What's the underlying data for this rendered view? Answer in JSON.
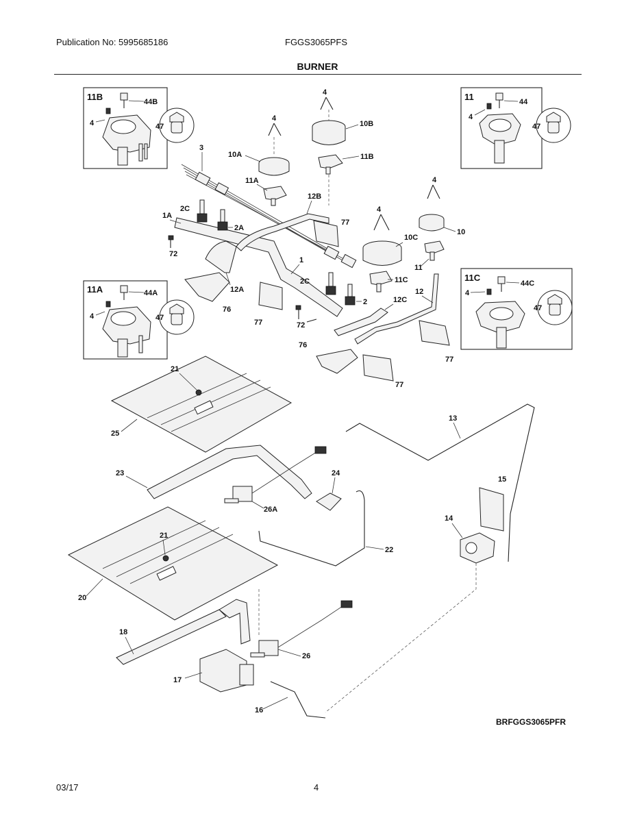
{
  "header": {
    "publication": "Publication No: 5995685186",
    "model": "FGGS3065PFS",
    "title": "BURNER"
  },
  "footer": {
    "date": "03/17",
    "page": "4",
    "diagram_code": "BRFGGS3065PFR"
  },
  "labels": {
    "l1": "1",
    "l1A": "1A",
    "l2": "2",
    "l2A": "2A",
    "l2C": "2C",
    "l2C_b": "2C",
    "l3": "3",
    "l4a": "4",
    "l4b": "4",
    "l4c": "4",
    "l4d": "4",
    "l10": "10",
    "l10A": "10A",
    "l10B": "10B",
    "l10C": "10C",
    "l11": "11",
    "l11A": "11A",
    "l11B": "11B",
    "l11C": "11C",
    "l12": "12",
    "l12A": "12A",
    "l12B": "12B",
    "l12C": "12C",
    "l13": "13",
    "l14": "14",
    "l15": "15",
    "l16": "16",
    "l17": "17",
    "l18": "18",
    "l20": "20",
    "l21a": "21",
    "l21b": "21",
    "l22": "22",
    "l23": "23",
    "l24": "24",
    "l25": "25",
    "l26": "26",
    "l26A": "26A",
    "l72a": "72",
    "l72b": "72",
    "l76a": "76",
    "l76b": "76",
    "l77a": "77",
    "l77b": "77",
    "l77c": "77",
    "l77d": "77"
  },
  "insets": {
    "i11B": {
      "title": "11B",
      "screw": "44B",
      "four": "4",
      "circle": "47"
    },
    "i11": {
      "title": "11",
      "screw": "44",
      "four": "4",
      "circle": "47"
    },
    "i11A": {
      "title": "11A",
      "screw": "44A",
      "four": "4",
      "circle": "47"
    },
    "i11C": {
      "title": "11C",
      "screw": "44C",
      "four": "4",
      "circle": "47"
    }
  }
}
